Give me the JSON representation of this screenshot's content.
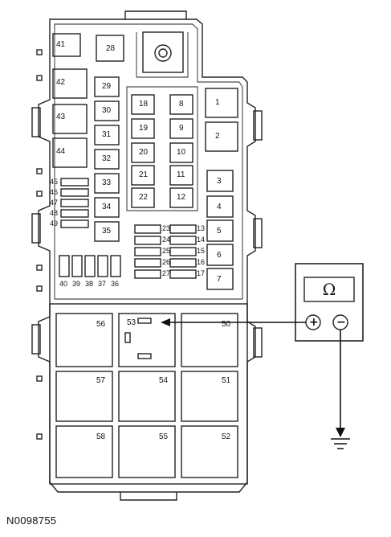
{
  "diagram": {
    "caption": "N0098755",
    "meter": {
      "symbol": "Ω",
      "positive": "+",
      "negative": "−"
    },
    "fuses": {
      "f41": "41",
      "f42": "42",
      "f43": "43",
      "f44": "44",
      "f28": "28",
      "f29": "29",
      "f30": "30",
      "f31": "31",
      "f32": "32",
      "f33": "33",
      "f34": "34",
      "f35": "35",
      "f18": "18",
      "f19": "19",
      "f20": "20",
      "f21": "21",
      "f22": "22",
      "f8": "8",
      "f9": "9",
      "f10": "10",
      "f11": "11",
      "f12": "12",
      "f1": "1",
      "f2": "2",
      "f3": "3",
      "f4": "4",
      "f5": "5",
      "f6": "6",
      "f7": "7",
      "f45": "45",
      "f46": "46",
      "f47": "47",
      "f48": "48",
      "f49": "49",
      "f40": "40",
      "f39": "39",
      "f38": "38",
      "f37": "37",
      "f36": "36",
      "f23": "23",
      "f24": "24",
      "f25": "25",
      "f26": "26",
      "f27": "27",
      "f13": "13",
      "f14": "14",
      "f15": "15",
      "f16": "16",
      "f17": "17",
      "f56": "56",
      "f53": "53",
      "f50": "50",
      "f57": "57",
      "f54": "54",
      "f51": "51",
      "f58": "58",
      "f55": "55",
      "f52": "52"
    }
  }
}
